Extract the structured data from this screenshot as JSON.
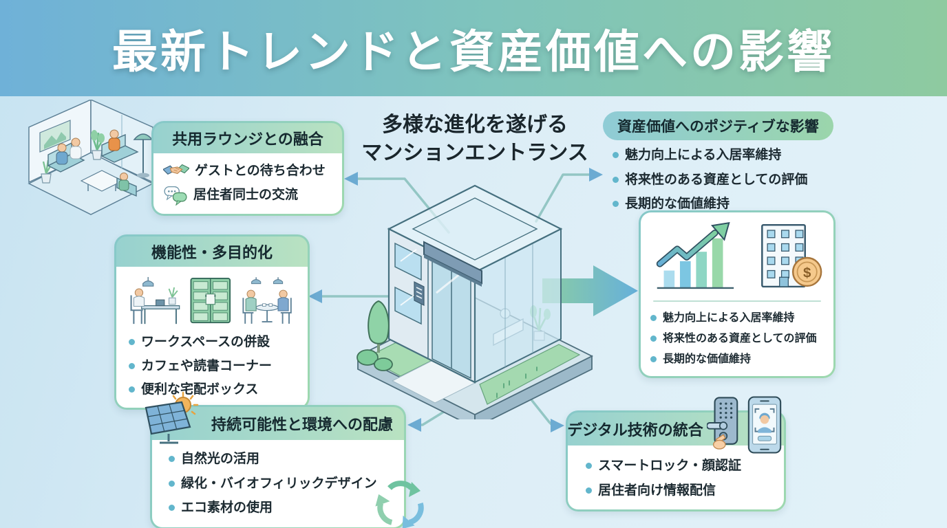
{
  "banner": {
    "title": "最新トレンドと資産価値への影響"
  },
  "center_heading": {
    "line1": "多様な進化を遂げる",
    "line2": "マンションエントランス"
  },
  "lounge_box": {
    "title": "共用ラウンジとの融合",
    "items": [
      {
        "icon": "handshake-icon",
        "label": "ゲストとの待ち合わせ"
      },
      {
        "icon": "chat-bubbles-icon",
        "label": "居住者同士の交流"
      }
    ]
  },
  "function_box": {
    "title": "機能性・多目的化",
    "illustrations": [
      "workspace-illustration",
      "parcel-lockers-illustration",
      "cafe-illustration"
    ],
    "items": [
      "ワークスペースの併設",
      "カフェや読書コーナー",
      "便利な宅配ボックス"
    ]
  },
  "sustainability_box": {
    "title": "持続可能性と環境への配慮",
    "icons": [
      "solar-panel-icon",
      "recycle-icon"
    ],
    "items": [
      "自然光の活用",
      "緑化・バイオフィリックデザイン",
      "エコ素材の使用"
    ]
  },
  "positive_impact": {
    "title": "資産価値へのポジティブな影響",
    "items": [
      "魅力向上による入居率維持",
      "将来性のある資産としての評価",
      "長期的な価値維持"
    ]
  },
  "value_box": {
    "icons": [
      "growth-chart-icon",
      "building-coin-icon"
    ],
    "coin_symbol": "$",
    "items": [
      "魅力向上による入居率維持",
      "将来性のある資産としての評価",
      "長期的な価値維持"
    ]
  },
  "digital_box": {
    "title": "デジタル技術の統合",
    "icons": [
      "smart-lock-icon",
      "smartphone-face-icon"
    ],
    "items": [
      "スマートロック・顔認証",
      "居住者向け情報配信"
    ]
  },
  "colors": {
    "banner_gradient_start": "#6fb1d8",
    "banner_gradient_end": "#8ecaa0",
    "box_header_gradient_start": "#97d1cf",
    "box_header_gradient_end": "#b9e2c1",
    "bullet": "#62b6cc",
    "arrow_line": "#93c6c4",
    "arrow_head": "#6cabd2",
    "big_arrow_start": "#8bcda4",
    "big_arrow_end": "#66b0da"
  }
}
